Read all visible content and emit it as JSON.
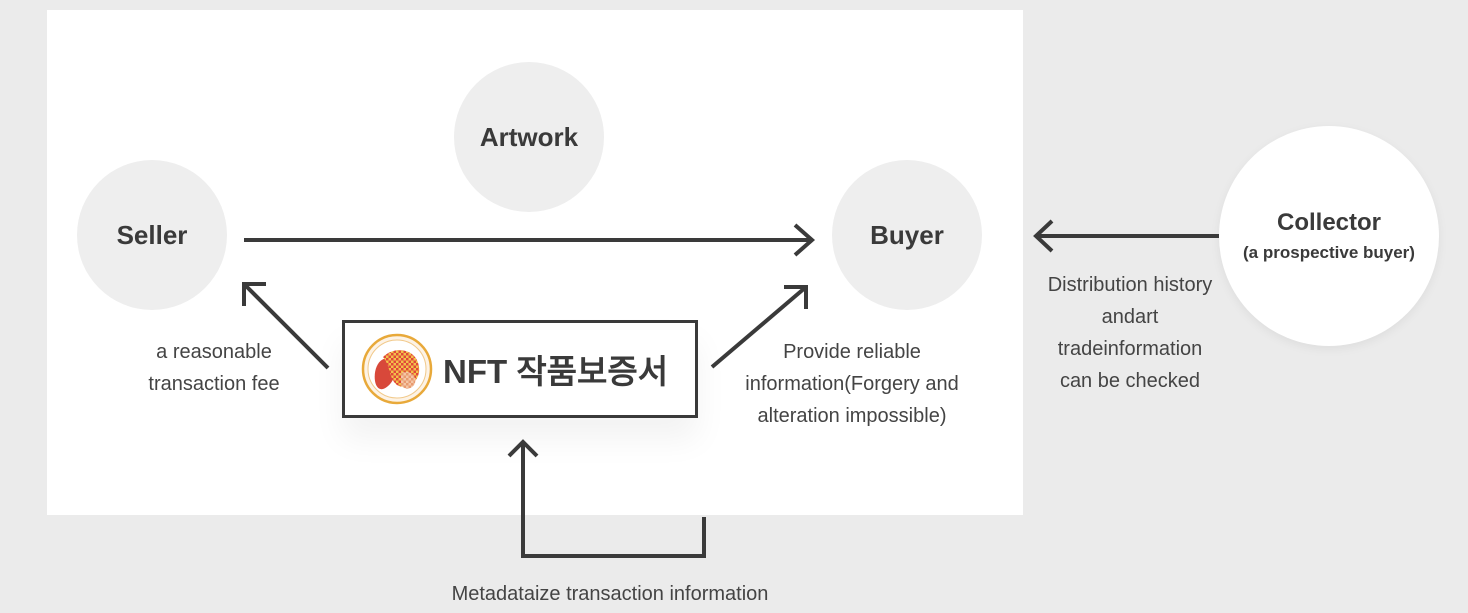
{
  "nodes": {
    "artwork": "Artwork",
    "seller": "Seller",
    "buyer": "Buyer",
    "collector": "Collector",
    "collector_sub": "(a prospective buyer)"
  },
  "certificate": {
    "label": "NFT 작품보증서",
    "logo_icon": "nft-logo-icon",
    "logo_colors": [
      "#e8a93a",
      "#d8483a",
      "#f4c7a6"
    ]
  },
  "captions": {
    "fee": "a reasonable transaction fee",
    "reliable": "Provide reliable information(Forgery and alteration impossible)",
    "distribution": "Distribution history andart tradeinformation can be checked",
    "metadata": "Metadataize transaction information"
  },
  "colors": {
    "arrow": "#3a3a3a",
    "background": "#ebebeb",
    "panel": "#ffffff",
    "node": "#eeeeee"
  }
}
